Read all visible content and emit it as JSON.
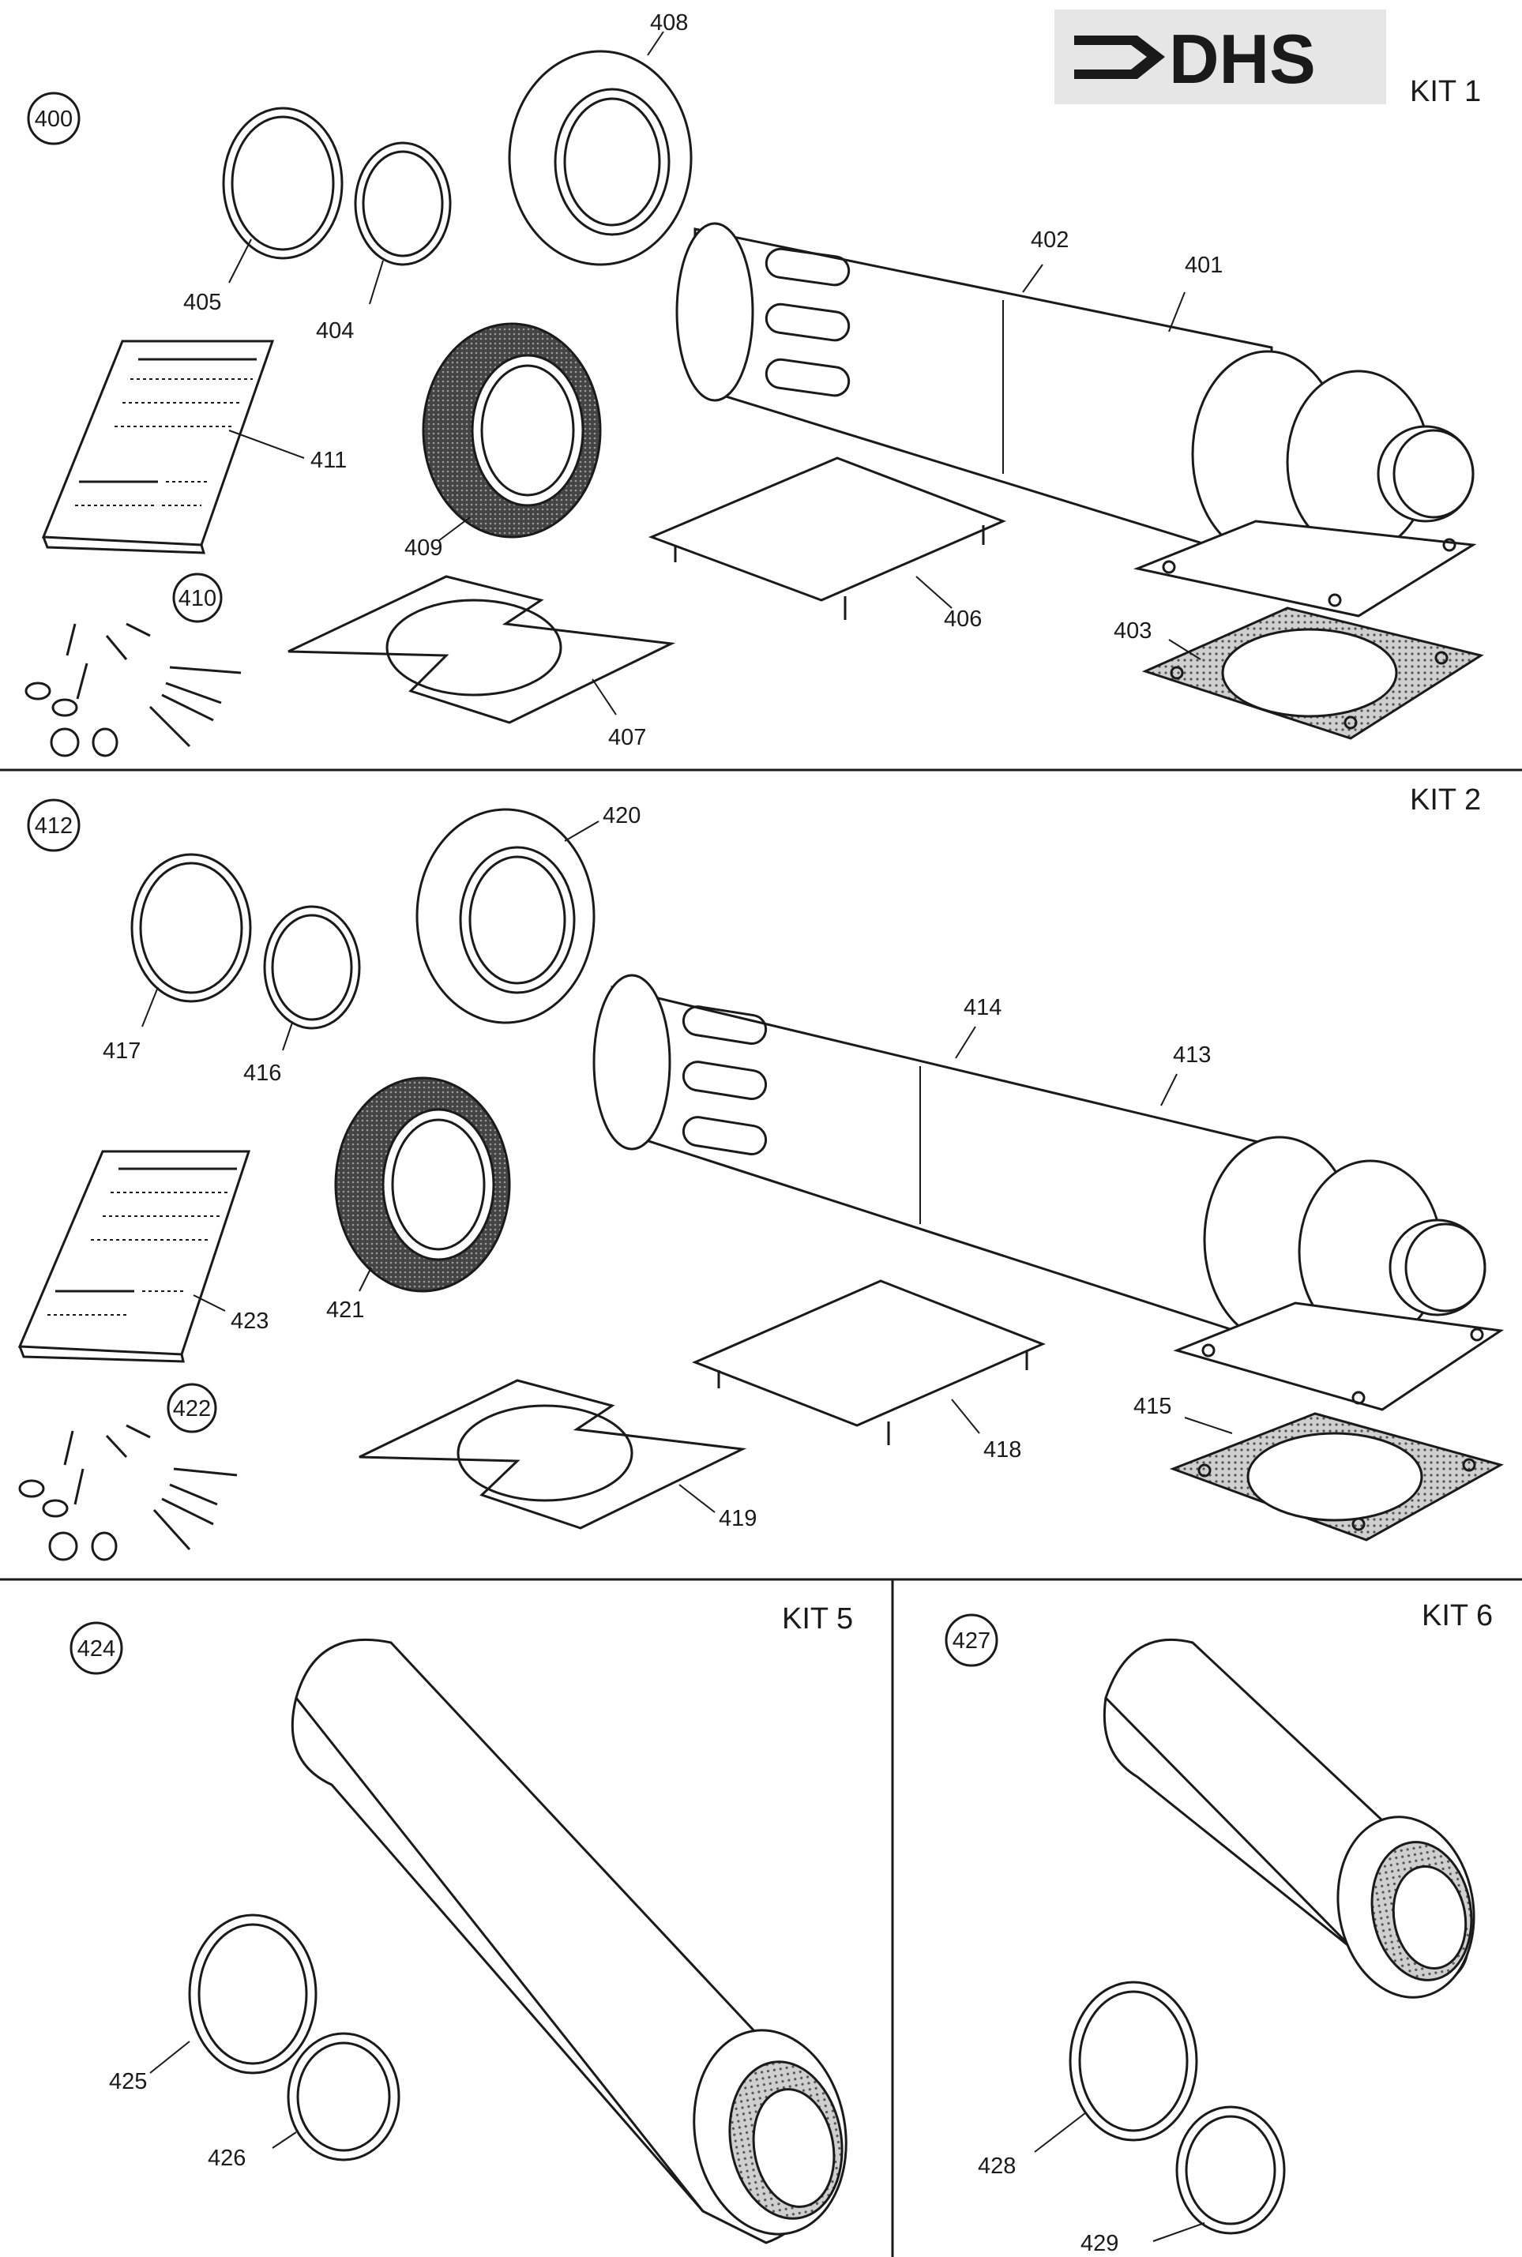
{
  "brand": {
    "logo_text": "DHS",
    "logo_bg": "#e6e6e6"
  },
  "kit1": {
    "title": "KIT 1",
    "kit_number": "400",
    "labels": {
      "p401": "401",
      "p402": "402",
      "p403": "403",
      "p404": "404",
      "p405": "405",
      "p406": "406",
      "p407": "407",
      "p408": "408",
      "p409": "409",
      "p410": "410",
      "p411": "411"
    }
  },
  "kit2": {
    "title": "KIT 2",
    "kit_number": "412",
    "labels": {
      "p413": "413",
      "p414": "414",
      "p415": "415",
      "p416": "416",
      "p417": "417",
      "p418": "418",
      "p419": "419",
      "p420": "420",
      "p421": "421",
      "p422": "422",
      "p423": "423"
    }
  },
  "kit5": {
    "title": "KIT 5",
    "kit_number": "424",
    "labels": {
      "p425": "425",
      "p426": "426"
    }
  },
  "kit6": {
    "title": "KIT 6",
    "kit_number": "427",
    "labels": {
      "p428": "428",
      "p429": "429"
    }
  },
  "colors": {
    "ink": "#1a1a1a",
    "paper": "#ffffff",
    "gasket": "#555555",
    "plate": "#d9d9d9"
  }
}
